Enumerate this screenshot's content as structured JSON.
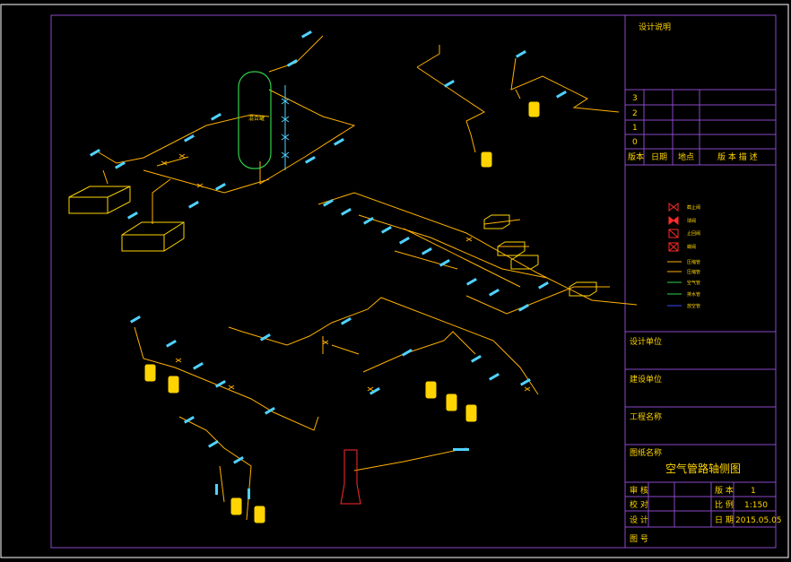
{
  "colors": {
    "background": "#000000",
    "frame": "#8a49c9",
    "pipe": "#ffb000",
    "tag": "#4fd2ff",
    "equipment": "#ffd400",
    "tank": "#2fd04a",
    "valve_red": "#ff2a2a",
    "text": "#ffd400"
  },
  "design_note": {
    "title": "设计说明"
  },
  "revision_table": {
    "rows": [
      "3",
      "2",
      "1",
      "0"
    ],
    "headers": [
      "版本",
      "日期",
      "地点",
      "版 本 描 述"
    ]
  },
  "title_block": {
    "design_unit_label": "设计单位",
    "construction_unit_label": "建设单位",
    "project_name_label": "工程名称",
    "drawing_name_label": "图纸名称",
    "drawing_name": "空气管路轴侧图",
    "review_label": "审 核",
    "proofread_label": "校 对",
    "design_label": "设 计",
    "version_label": "版 本",
    "version_value": "1",
    "scale_label": "比 例",
    "scale_value": "1:150",
    "date_label": "日 期",
    "date_value": "2015.05.05",
    "drawing_no_label": "图 号"
  },
  "legend": {
    "items": [
      "截止阀",
      "球阀",
      "止回阀",
      "蝶阀",
      "压缩管",
      "压缩管",
      "空气管",
      "排水管",
      "放空管"
    ]
  },
  "labels": {
    "tank": "混合罐"
  },
  "icons": [
    "gate-valve-icon",
    "ball-valve-icon",
    "check-valve-icon",
    "butterfly-valve-icon"
  ]
}
